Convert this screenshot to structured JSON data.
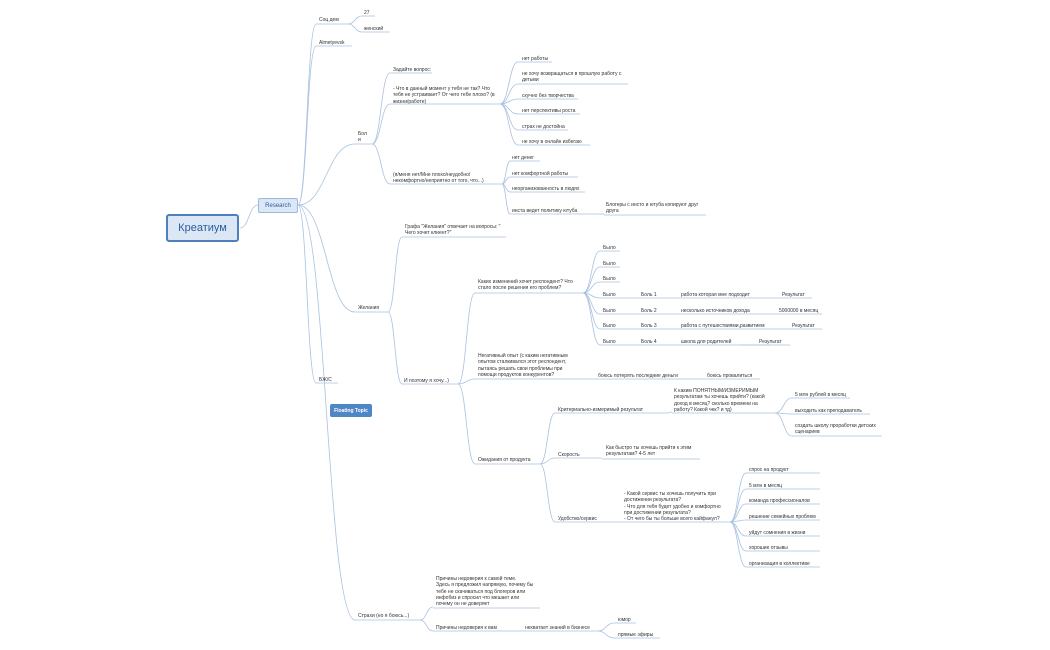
{
  "root": "Креатиум",
  "branch": "Research",
  "floating_topic": "Floating Topic",
  "colors": {
    "line": "#a8c2df",
    "node_fill": "#dbe7f5",
    "node_border": "#4f7fbf",
    "floating": "#4f86c6"
  },
  "nodes": {
    "socdem": "Соц дем",
    "age": "27",
    "gender": "женский",
    "almetyevsk": "Almetyevsk",
    "pain": "Бол\nи",
    "ask_q": "Задайте вопрос:",
    "q_text": "- Что в данный момент у тебя не так? Что\nтебя не устраивает? От чего тебе плохо? (в\nжизни/работе)",
    "p1": "нет работы",
    "p2": "не хочу возвращаться в прошлую работу с\nдетьми",
    "p3": "скучно без творчества",
    "p4": "нет перспективы роста",
    "p5": "страх не достойна",
    "p6": "не хочу  в онлайн  избегаю",
    "ugly": "(я/меня нет/Мне плохо/неудобно/\nнекомфортно/неприятно от того, что...)",
    "u1": "нет денег",
    "u2": "нет комфортной работы",
    "u3": "неорганизованность в людях",
    "u4": "инста ведет политику ютуба",
    "u4a": "Блогеры с инсто и ютуба копируют друг\nдруга",
    "bjk": "БЖ/С",
    "desire": "Желания",
    "desire_graph": "Графа \"Желания\" отвечает на вопросы: \"\nЧего хочет клиент?\"",
    "want": "И поэтому я хочу...)",
    "changes": "Каких изменений хочет респондент? Что\nстало после решения его проблем?",
    "b1": "Было",
    "b2": "Было",
    "b3": "Было",
    "b4": "Было",
    "b5": "Было",
    "b6": "Было",
    "b7": "Было",
    "pain1": "Боль 1",
    "pain2": "Боль 2",
    "pain3": "Боль 3",
    "pain4": "Боль 4",
    "st1": "работа которая мне подходит",
    "st2": "несколько источников дохода",
    "st3": "работа с путешествиями,развитием",
    "st4": "школа для родителей",
    "res1": "Результат",
    "res2": "5000000 в месяц",
    "res3": "Результат",
    "res4": "Результат",
    "negative": "Негативный опыт (с каким негативным\nопытом сталкивался этот респондент,\nпытаясь решать свои проблемы при\nпомощи продуктов конкурентов?",
    "fear_money": "боюсь потерять последние деньги",
    "fear_fail": "боюсь провалиться",
    "expect": "Ожидания от продукта",
    "criteria": "Критериально-измеримый результат",
    "criteria_q": "К каким ПОНЯТНЫМ/ИЗМЕРИМЫМ\nрезультатам ты хочешь прийти? (какой\nдоход в месяц? сколько времени на\nработу? Какой чек? и тд)",
    "c1": "5 млн рублей в месяц",
    "c2": "выходить как преподаватель",
    "c3": "создать школу проработки детских\nсценариев",
    "speed": "Скорость",
    "speed_q": "Как быстро ты хочешь прийти к этим\nрезультатам? 4-5 лет",
    "conv": "Удобство/сервис",
    "conv_q": "- Какой сервис ты хочешь получить при\nдостижении результата?\n- Что для тебя будет удобно и комфортно\nпри достижении результата?\n- От чего бы ты больше всего кайфанул?",
    "k1": "спрос на продукт",
    "k2": "5 млн в месяц",
    "k3": "команда профессионалов",
    "k4": "решение семейных проблем",
    "k5": "уйдут сомнения в жизни",
    "k6": "хорошие отзывы",
    "k7": "организация в коллективе",
    "fears": "Страхи (но я боюсь...)",
    "distrust": "Причины недоверия к самой теме.\nЗдесь я предложил напрямую, почему бы\nтебе не скачиваться под блогеров или\nинфобиз и спросил что мешает или\nпочему он не доверяет",
    "distrust_you": "Причины недоверия к вам",
    "no_knowledge": "нехватает знаний в бизнесе",
    "humor": "юмор",
    "live": "прямые эфиры"
  }
}
